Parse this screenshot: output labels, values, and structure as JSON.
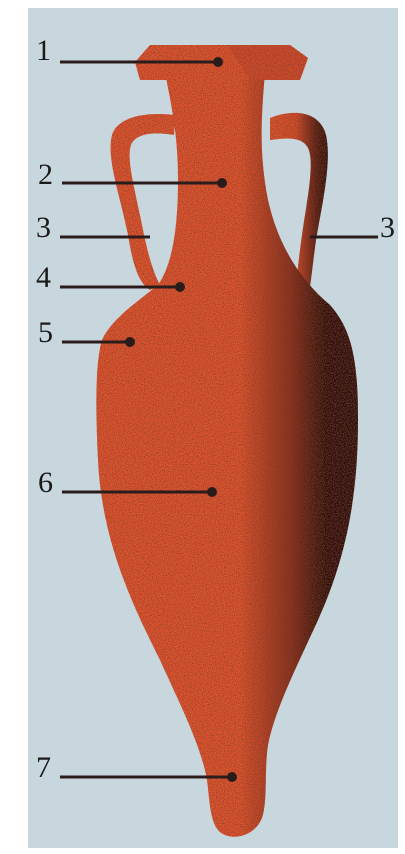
{
  "figure": {
    "background_color": "#c8d6de",
    "vessel_color": "#e2552e",
    "shadow_color": "#2a0f0a",
    "leader_color": "#2b1c1c",
    "labels": {
      "l1": "1",
      "l2": "2",
      "l3_left": "3",
      "l3_right": "3",
      "l4": "4",
      "l5": "5",
      "l6": "6",
      "l7": "7"
    }
  }
}
